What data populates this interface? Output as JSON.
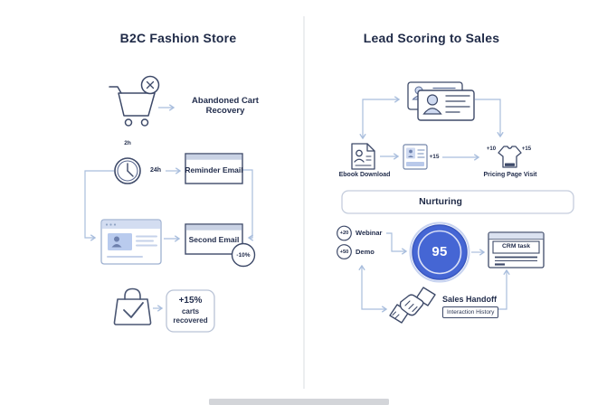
{
  "left_panel": {
    "title": "B2C Fashion Store",
    "cart_label_line1": "Abandoned Cart",
    "cart_label_line2": "Recovery",
    "clock_top_label": "2h",
    "clock_right_label": "24h",
    "reminder_box_label": "Reminder Email",
    "second_box_label": "Second Email",
    "discount_badge": "-10%",
    "result_line1": "+15%",
    "result_line2": "carts",
    "result_line3": "recovered"
  },
  "right_panel": {
    "title": "Lead Scoring to Sales",
    "ebook_label": "Ebook Download",
    "mid_score": "+15",
    "pricing_score_left": "+10",
    "pricing_score_right": "+15",
    "pricing_label": "Pricing Page Visit",
    "nurturing_label": "Nurturing",
    "webinar_badge": "+20",
    "webinar_label": "Webinar",
    "demo_badge": "+50",
    "demo_label": "Demo",
    "lead_score": "95",
    "crm_box_label": "CRM task",
    "handoff_label": "Sales Handoff",
    "interaction_label": "Interaction History"
  },
  "icons": {
    "left": [
      "cart-with-x-icon",
      "timer-clock-icon",
      "reminder-email-window-icon",
      "browser-profile-icon",
      "second-email-window-icon",
      "shopping-bag-check-icon"
    ],
    "right": [
      "contact-cards-icon",
      "ebook-document-icon",
      "profile-card-icon",
      "tshirt-pricing-icon",
      "score-circle",
      "crm-task-card-icon",
      "handshake-icon"
    ]
  },
  "colors": {
    "score_blue": "#4566d4",
    "icon_stroke": "#3e4a69",
    "connector": "#a9bedd",
    "light_fill": "#cfdaf1",
    "text_dark": "#232e4d"
  }
}
